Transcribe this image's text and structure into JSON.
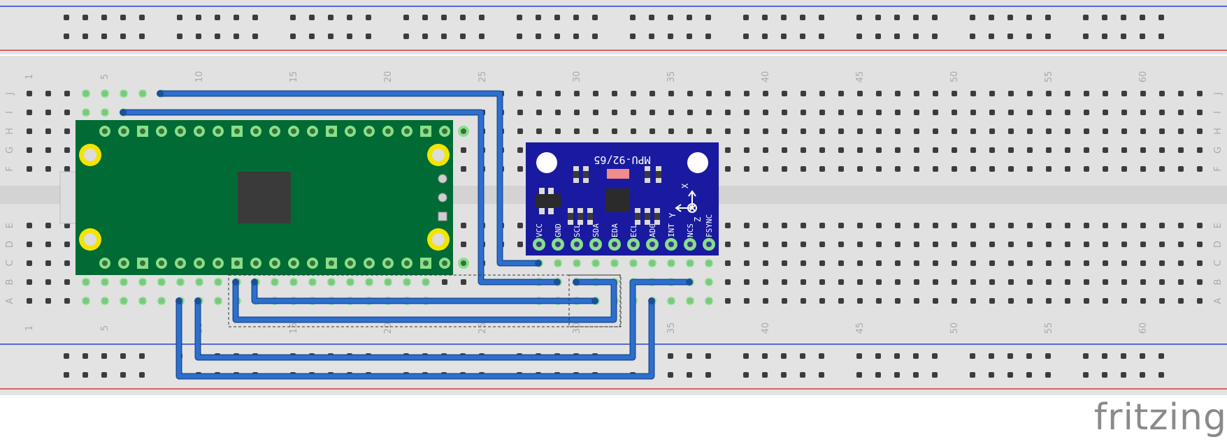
{
  "app": {
    "watermark": "fritzing"
  },
  "breadboard": {
    "column_labels": [
      "1",
      "5",
      "10",
      "15",
      "20",
      "25",
      "30",
      "35",
      "40",
      "45",
      "50",
      "55",
      "60"
    ],
    "row_labels_top": [
      "J",
      "I",
      "H",
      "G",
      "F"
    ],
    "row_labels_bottom": [
      "E",
      "D",
      "C",
      "B",
      "A"
    ]
  },
  "sensor": {
    "title": "MPU-92/65",
    "pins": [
      "VCC",
      "GND",
      "SCL",
      "SDA",
      "EDA",
      "ECL",
      "AD0",
      "INT",
      "NCS",
      "FSYNC"
    ],
    "axis_labels": [
      "X",
      "Y",
      "Z"
    ]
  },
  "colors": {
    "board": "#e3e3e3",
    "rail_blue": "#2b3fd6",
    "rail_red": "#d83a3a",
    "wire": "#2d6fcd",
    "wire_edge": "#1b4f9a",
    "mcu_pcb": "#006b34",
    "sensor_pcb": "#1a1aa0",
    "pad_yellow": "#f3e500",
    "highlight": "#86e08a"
  }
}
